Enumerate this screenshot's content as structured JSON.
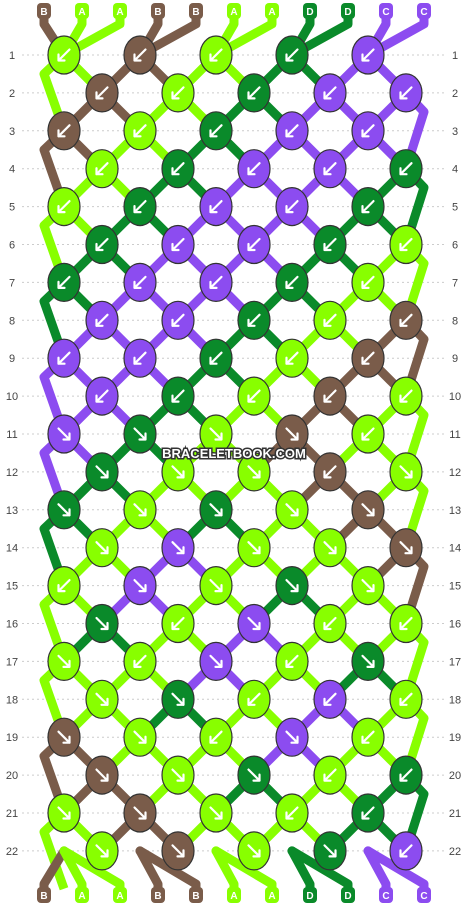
{
  "watermark": "BRACELETBOOK.COM",
  "colors": {
    "B": "#7a5c4a",
    "A": "#88ff00",
    "D": "#0a8a2a",
    "C": "#8c4cf0",
    "outline": "#333333",
    "guide": "#cccccc",
    "background": "#ffffff"
  },
  "strings_top": [
    "B",
    "A",
    "A",
    "B",
    "B",
    "A",
    "A",
    "D",
    "D",
    "C",
    "C"
  ],
  "strings_bottom": [
    "B",
    "A",
    "A",
    "B",
    "B",
    "A",
    "A",
    "D",
    "D",
    "C",
    "C"
  ],
  "row_numbers": [
    "1",
    "2",
    "3",
    "4",
    "5",
    "6",
    "7",
    "8",
    "9",
    "10",
    "11",
    "12",
    "13",
    "14",
    "15",
    "16",
    "17",
    "18",
    "19",
    "20",
    "21",
    "22"
  ],
  "knot_rows": [
    "A:l B:l A:l D:l C:l",
    "B:l A:l D:l C:l C:l",
    "B:l A:l D:l C:l C:l",
    "A:l D:l C:l C:l D:l",
    "A:l D:l C:l C:l D:l",
    "D:l C:l C:l D:l A:l",
    "D:l C:l C:l D:l A:l",
    "C:l C:l D:l A:l B:l",
    "C:l C:l D:l A:l B:l",
    "C:l D:l A:l B:l A:l",
    "C:r D:r A:r B:r A:l",
    "D:r A:r A:r B:l A:r",
    "D:r A:r D:r A:r B:r",
    "A:r C:r A:r A:r B:r",
    "A:l C:r A:r D:r A:r",
    "D:r A:l C:r A:l A:l",
    "A:r A:l C:r A:l D:r",
    "A:r D:r A:l C:l A:l",
    "B:r A:r A:l C:r A:l",
    "B:r A:r D:r A:l D:l",
    "A:r B:r A:r A:l D:l",
    "A:r B:r A:r D:r C:l"
  ]
}
